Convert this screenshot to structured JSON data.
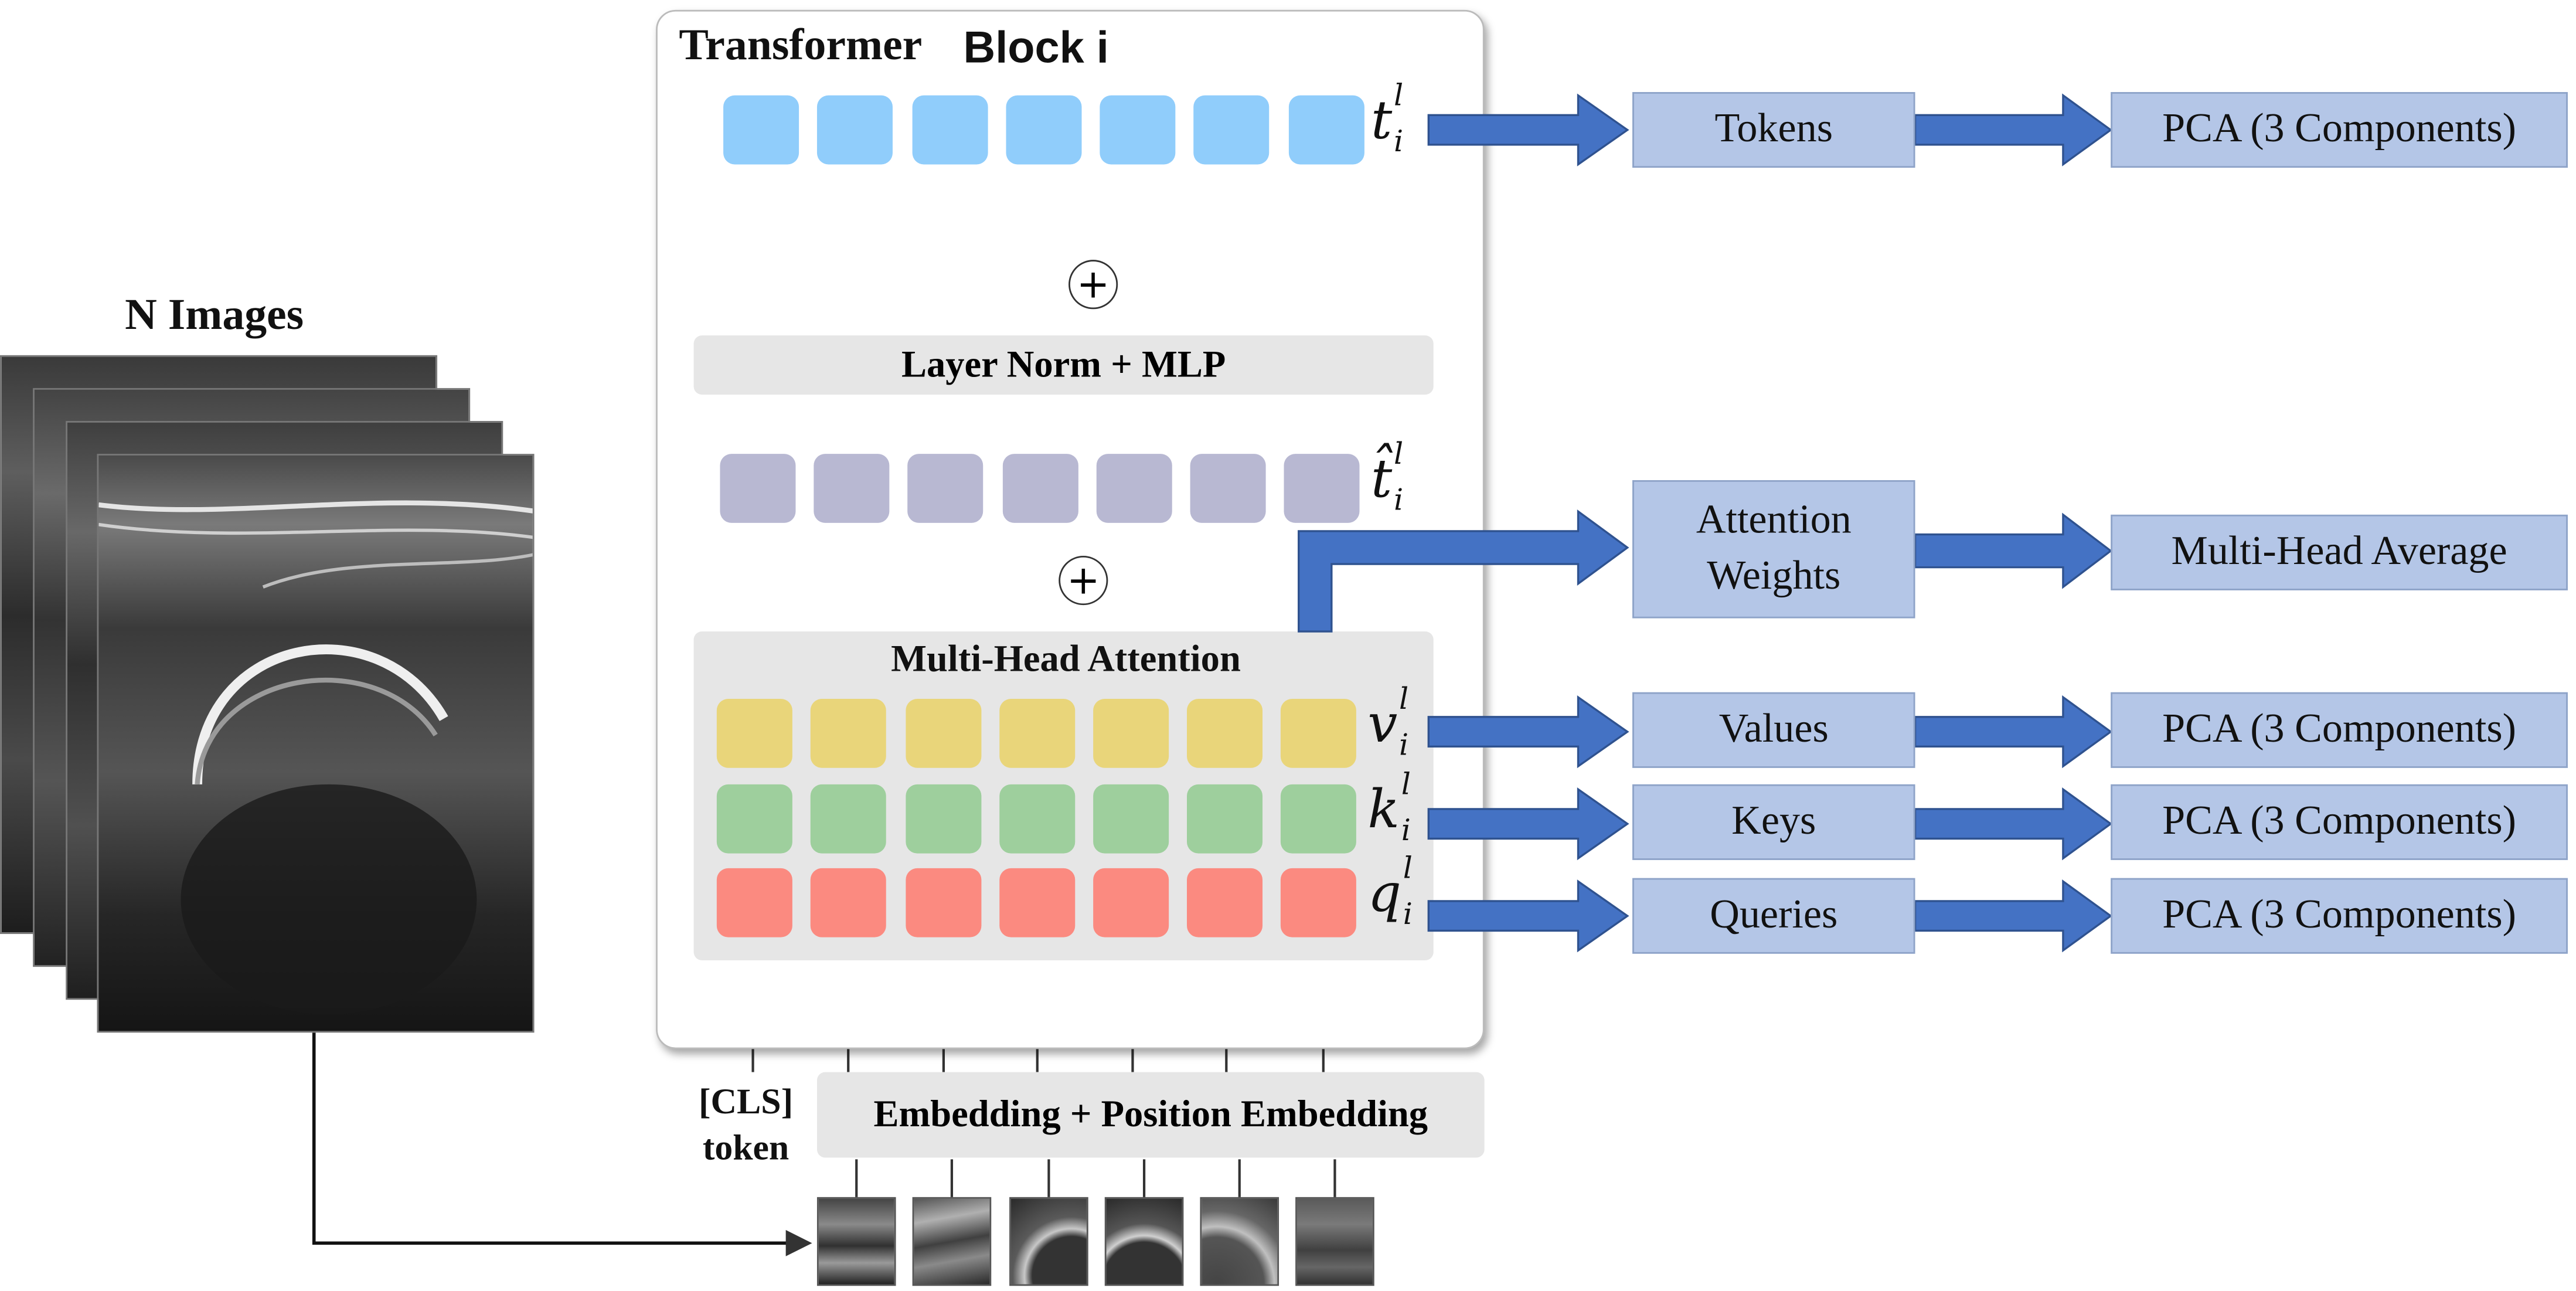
{
  "images_title": "N Images",
  "block_title": "Transformer",
  "block_index": "Block i",
  "layer_norm_mlp": "Layer Norm + MLP",
  "mha_title": "Multi-Head Attention",
  "cls_token": [
    "[CLS]",
    "token"
  ],
  "embedding_label": "Embedding + Position Embedding",
  "symbols": {
    "tokens_out": {
      "base": "t",
      "sup": "l",
      "sub": "i"
    },
    "tokens_mid": {
      "base": "t̂",
      "sup": "l",
      "sub": "i"
    },
    "values": {
      "base": "v",
      "sup": "l",
      "sub": "i"
    },
    "keys": {
      "base": "k",
      "sup": "l",
      "sub": "i"
    },
    "queries": {
      "base": "q",
      "sup": "l",
      "sub": "i"
    }
  },
  "outputs": {
    "tokens": "Tokens",
    "attention": [
      "Attention",
      "Weights"
    ],
    "values": "Values",
    "keys": "Keys",
    "queries": "Queries"
  },
  "post": {
    "tokens": "PCA (3 Components)",
    "attention": "Multi-Head Average",
    "values": "PCA (3 Components)",
    "keys": "PCA (3 Components)",
    "queries": "PCA (3 Components)"
  },
  "colors": {
    "token_top": "#90cdfb",
    "token_mid": "#b8b8d2",
    "value": "#e9d57a",
    "key": "#9ecf9d",
    "query": "#fb8a80",
    "output_box": "#b4c6e7",
    "arrow": "#4472c4"
  }
}
